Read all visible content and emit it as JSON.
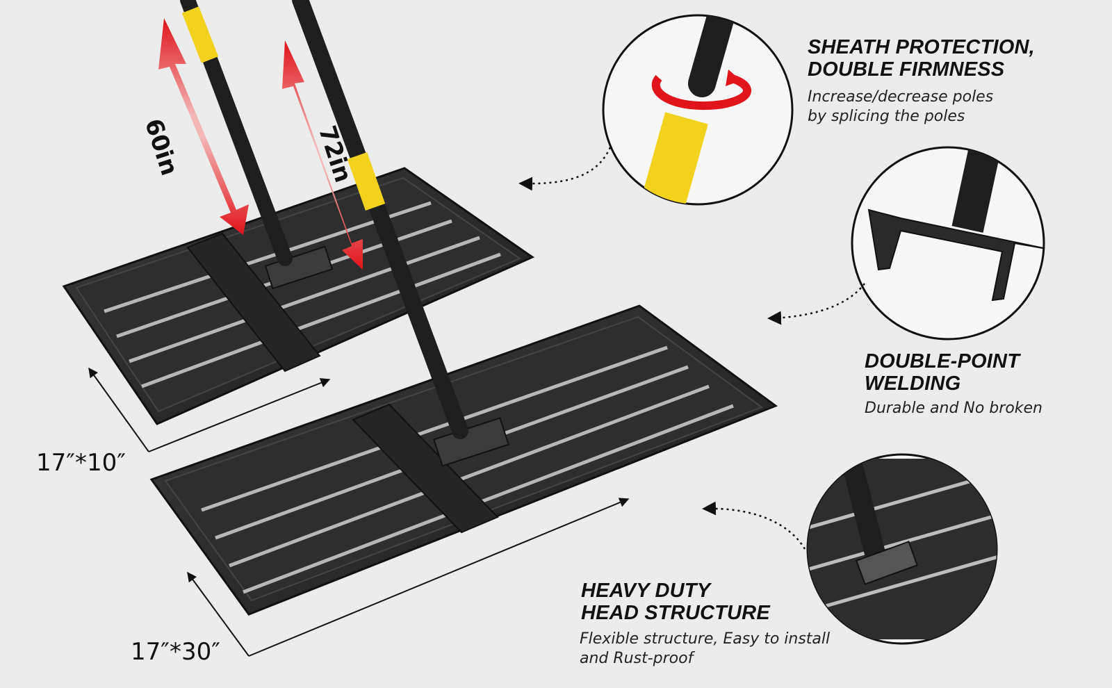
{
  "features": {
    "sheath": {
      "title_line1": "SHEATH PROTECTION,",
      "title_line2": "DOUBLE FIRMNESS",
      "desc_line1": "Increase/decrease poles",
      "desc_line2": "by splicing the poles"
    },
    "welding": {
      "title_line1": "DOUBLE-POINT",
      "title_line2": "WELDING",
      "desc_line1": "Durable and No broken"
    },
    "head": {
      "title_line1": "HEAVY DUTY",
      "title_line2": "HEAD STRUCTURE",
      "desc_line1": "Flexible structure, Easy to install",
      "desc_line2": "and Rust-proof"
    }
  },
  "dimensions": {
    "small": "17″*10″",
    "large": "17″*30″"
  },
  "pole_lengths": {
    "short": "60in",
    "long": "72in"
  },
  "colors": {
    "background": "#ececec",
    "metal": "#2b2b2b",
    "accent_red": "#d8141b",
    "grip_yellow": "#f2d21c"
  }
}
